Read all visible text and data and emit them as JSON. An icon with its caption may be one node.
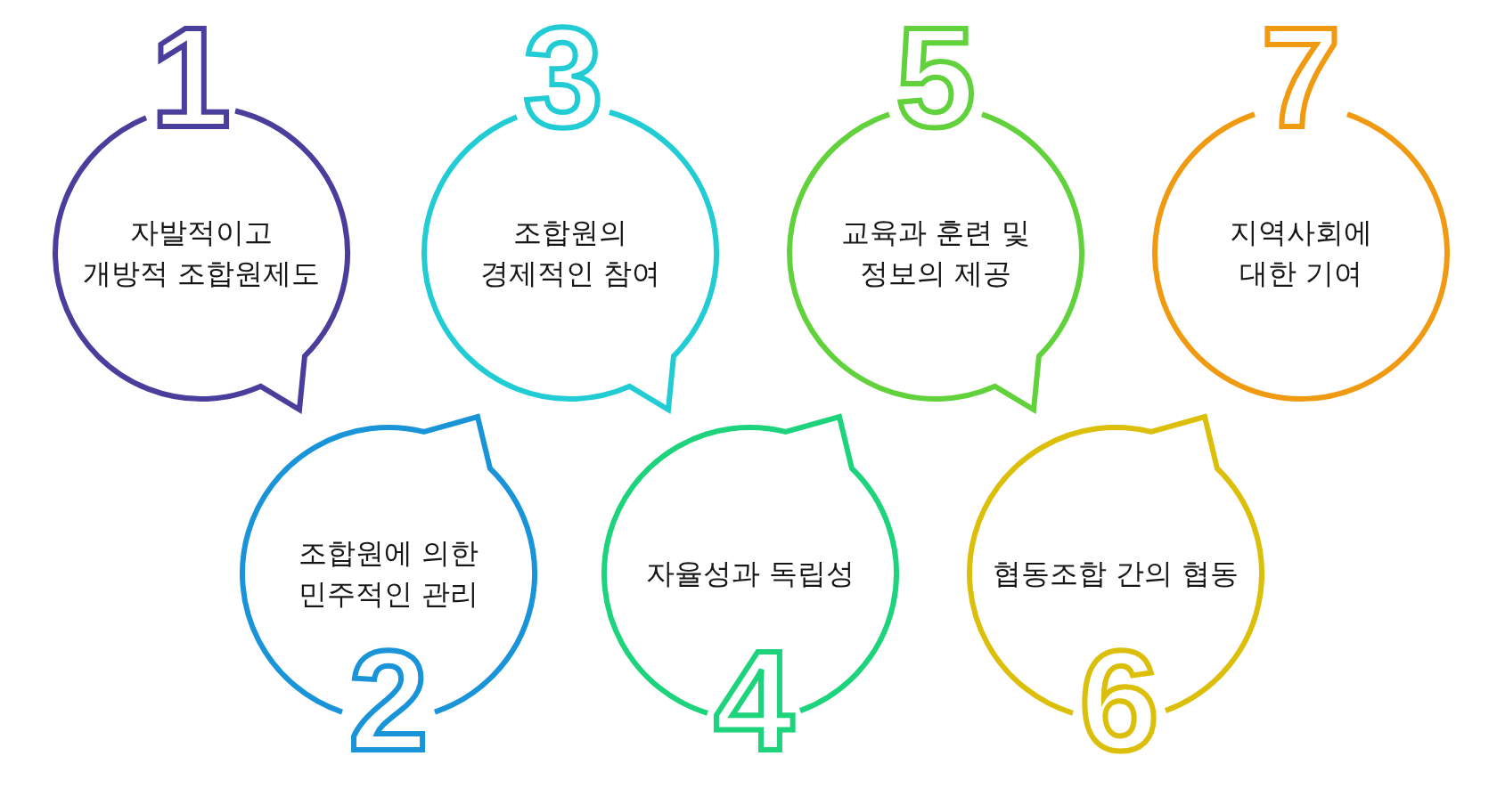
{
  "diagram": {
    "nodes": [
      {
        "text": [
          "1",
          "자발적이고 개방적 조합원제도"
        ]
      },
      {
        "text": [
          "조합원에 의한 민주적인 관리",
          "2"
        ]
      },
      {
        "text": [
          "3",
          "조합원의 경제적인 참여"
        ]
      },
      {
        "text": [
          "자율성과 독립성",
          "4"
        ]
      },
      {
        "text": [
          "5",
          "교육과 훈련 및 정보의 제공"
        ]
      },
      {
        "text": [
          "협동조합 간의 협동",
          "6"
        ]
      },
      {
        "text": [
          "7",
          "지역사회에 대한 기여"
        ]
      }
    ]
  }
}
